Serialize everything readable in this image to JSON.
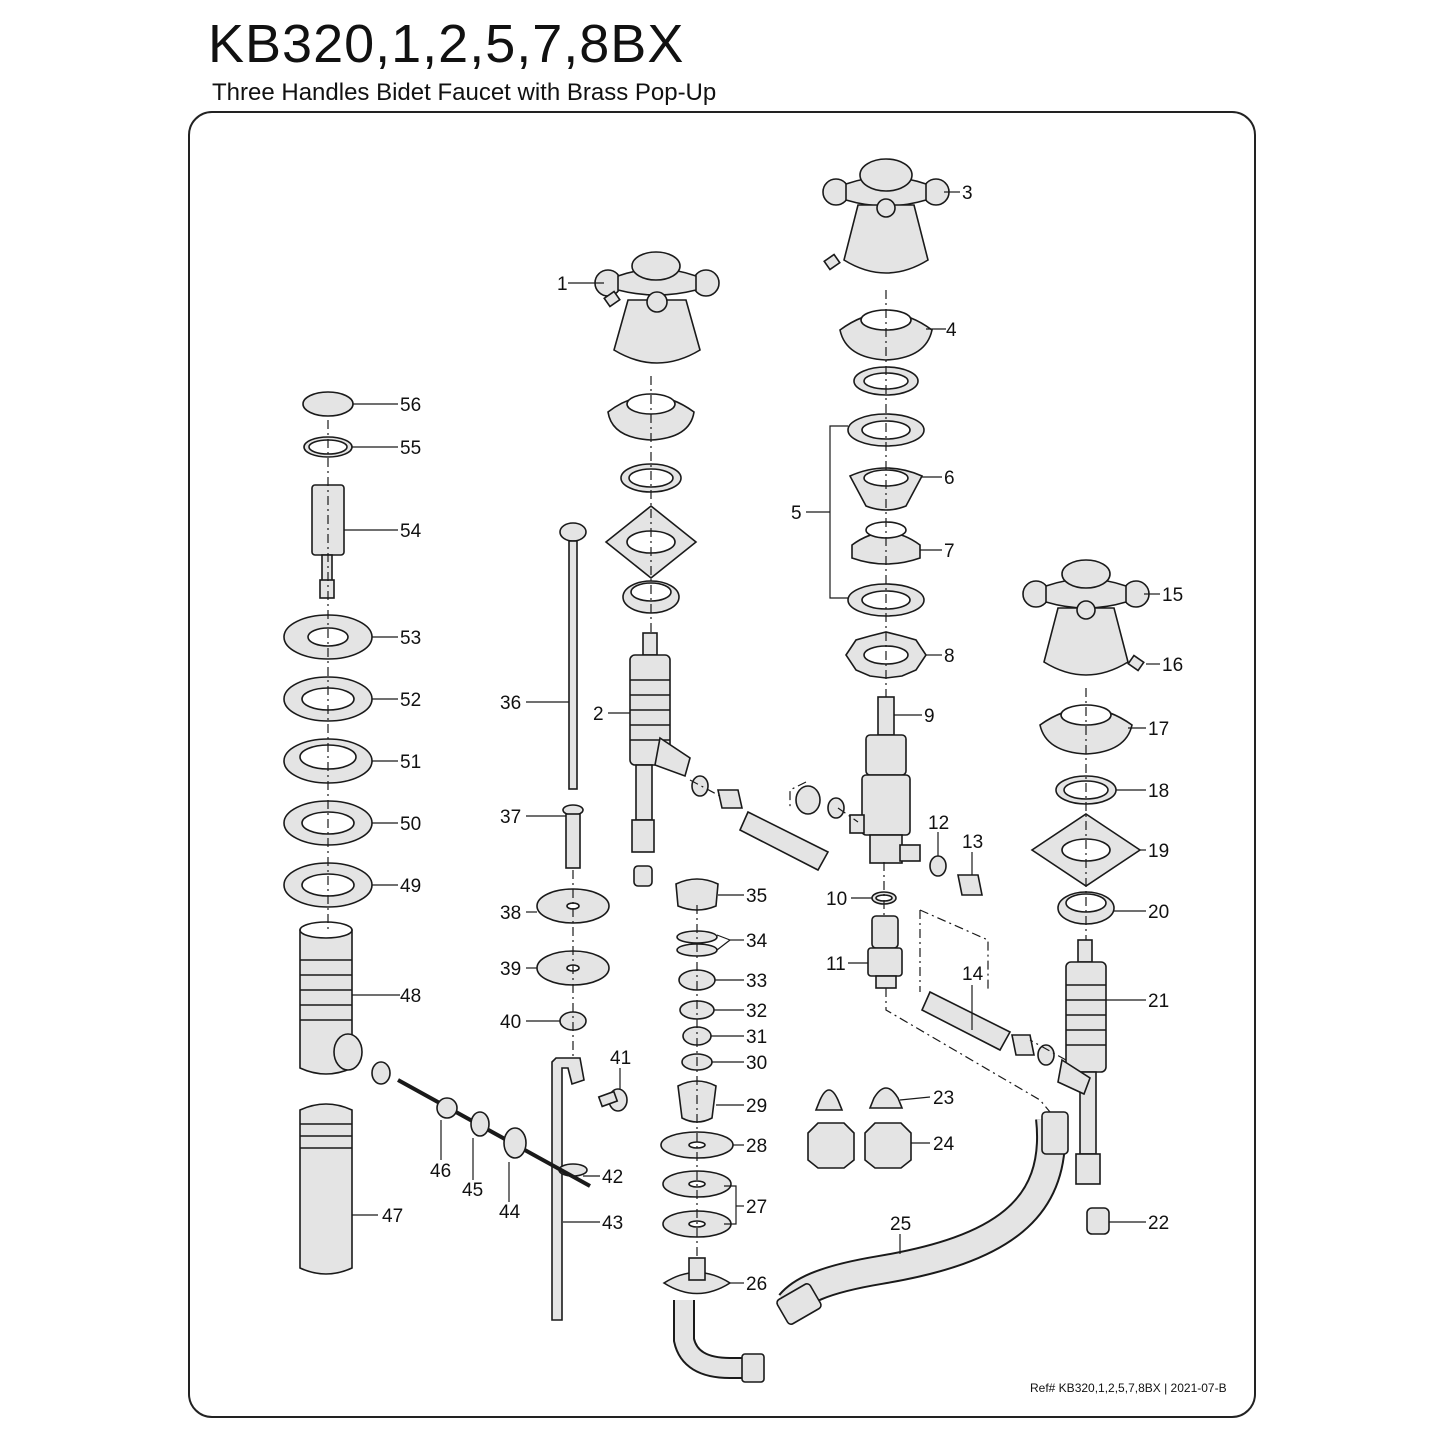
{
  "header": {
    "title": "KB320,1,2,5,7,8BX",
    "subtitle": "Three Handles Bidet Faucet with Brass Pop-Up"
  },
  "footer": {
    "reference": "Ref# KB320,1,2,5,7,8BX | 2021-07-B"
  },
  "callouts": [
    "1",
    "2",
    "3",
    "4",
    "5",
    "6",
    "7",
    "8",
    "9",
    "10",
    "11",
    "12",
    "13",
    "14",
    "15",
    "16",
    "17",
    "18",
    "19",
    "20",
    "21",
    "22",
    "23",
    "24",
    "25",
    "26",
    "27",
    "28",
    "29",
    "30",
    "31",
    "32",
    "33",
    "34",
    "35",
    "36",
    "37",
    "38",
    "39",
    "40",
    "41",
    "42",
    "43",
    "44",
    "45",
    "46",
    "47",
    "48",
    "49",
    "50",
    "51",
    "52",
    "53",
    "54",
    "55",
    "56"
  ],
  "colors": {
    "line": "#1a1a1a",
    "fill": "#e4e4e4",
    "background": "#ffffff"
  }
}
